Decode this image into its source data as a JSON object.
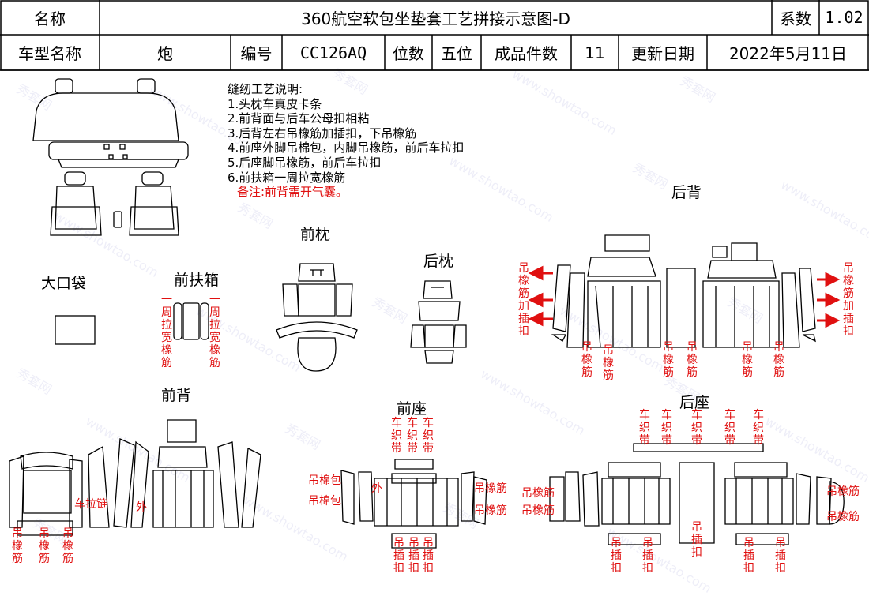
{
  "header": {
    "name_label": "名称",
    "title": "360航空软包坐垫套工艺拼接示意图-D",
    "coef_label": "系数",
    "coef_value": "1.02",
    "model_label": "车型名称",
    "model_value": "炮",
    "code_label": "编号",
    "code_value": "CC126AQ",
    "seats_label": "位数",
    "seats_value": "五位",
    "pieces_label": "成品件数",
    "pieces_value": "11",
    "date_label": "更新日期",
    "date_value": "2022年5月11日"
  },
  "notes": {
    "heading": "缝纫工艺说明:",
    "items": [
      "1.头枕车真皮卡条",
      "2.前背面与后车公母扣相粘",
      "3.后背左右吊橡筋加插扣，下吊橡筋",
      "4.前座外脚吊棉包，内脚吊橡筋，前后车拉扣",
      "5.后座脚吊橡筋，前后车拉扣",
      "6.前扶箱一周拉宽橡筋"
    ],
    "remark": "备注:前背需开气囊。"
  },
  "sections": {
    "big_pocket": "大口袋",
    "front_armrest": "前扶箱",
    "front_headrest": "前枕",
    "rear_headrest": "后枕",
    "rear_back": "后背",
    "front_back": "前背",
    "front_seat": "前座",
    "rear_seat": "后座"
  },
  "annotations": {
    "wide_elastic_around": "一周拉宽橡筋",
    "elastic": "吊橡筋",
    "elastic_clip": "吊橡筋加插扣",
    "hang_clip": "吊插扣",
    "car_strap": "车织带",
    "cotton_pack": "吊棉包",
    "car_zipper": "车拉链",
    "outer": "外"
  },
  "watermark": {
    "brand": "秀套网",
    "url": "www.showtao.com"
  },
  "colors": {
    "annotation_red": "#e01010",
    "outline": "#000000"
  }
}
